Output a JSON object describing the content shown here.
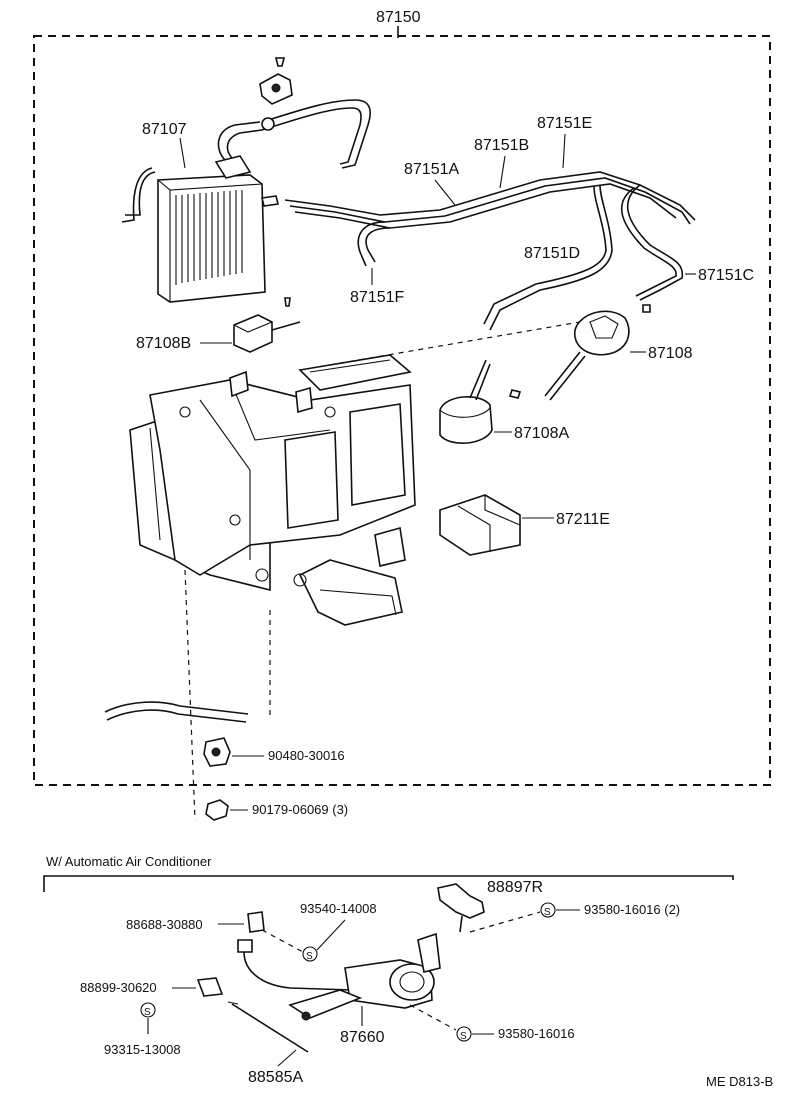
{
  "assembly_label": "87150",
  "section_label": "W/ Automatic Air Conditioner",
  "footer_code": "ME  D813-B",
  "parts": {
    "p87107": "87107",
    "p87151A": "87151A",
    "p87151B": "87151B",
    "p87151E": "87151E",
    "p87151F": "87151F",
    "p87151D": "87151D",
    "p87151C": "87151C",
    "p87108B": "87108B",
    "p87108": "87108",
    "p87108A": "87108A",
    "p87211E": "87211E",
    "p90480": "90480-30016",
    "p90179": "90179-06069 (3)",
    "p88897R": "88897R",
    "p88688": "88688-30880",
    "p93540": "93540-14008",
    "p93580a": "93580-16016 (2)",
    "p88899": "88899-30620",
    "p93315": "93315-13008",
    "p87660": "87660",
    "p93580b": "93580-16016",
    "p88585A": "88585A"
  },
  "symbols": {
    "s_mark": "S"
  }
}
